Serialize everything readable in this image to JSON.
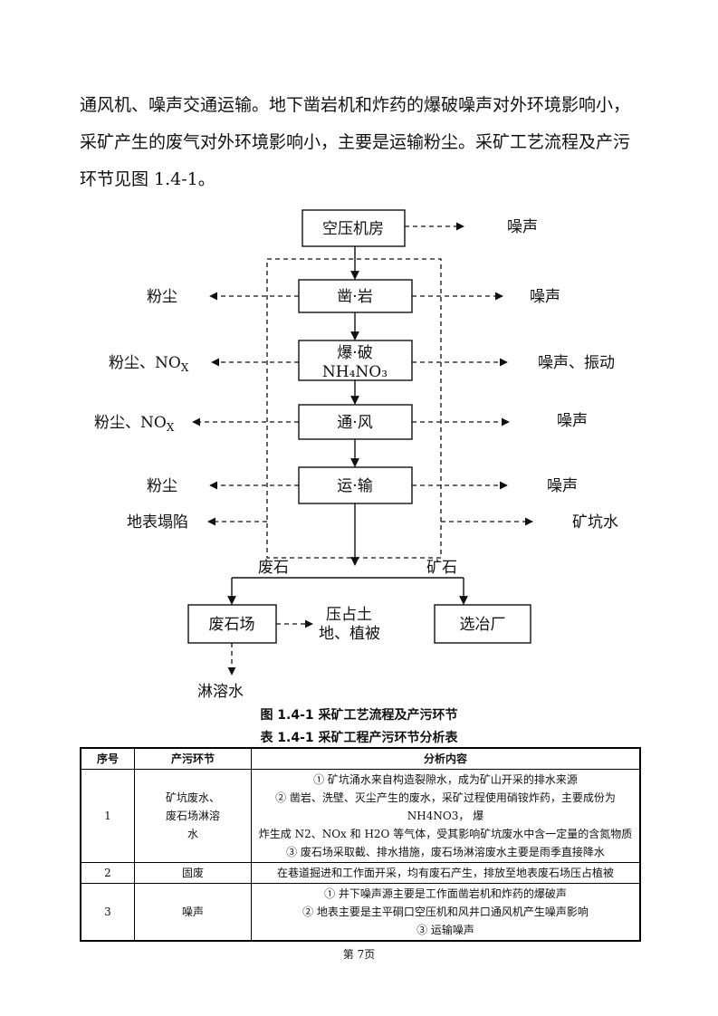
{
  "paragraph": [
    "通风机、噪声交通运输。地下凿岩机和炸药的爆破噪声对外环境影响小，",
    "采矿产生的废气对外环境影响小，主要是运输粉尘。采矿工艺流程及产污",
    "环节见图  1.4-1。"
  ],
  "flow": {
    "boxes": {
      "compressor": "空压机房",
      "drill": "凿·岩",
      "blast1": "爆·破",
      "blast2": "NH₄NO₃",
      "vent": "通·风",
      "transport": "运·输",
      "waste_yard": "废石场",
      "smelter": "选冶厂"
    },
    "labels": {
      "noise1": "噪声",
      "dust_l": "粉尘",
      "noise2": "噪声",
      "dust_nox1_a": "粉尘、NO",
      "dust_nox1_sub": "X",
      "noise_vib": "噪声、振动",
      "dust_nox2_a": "粉尘、NO",
      "dust_nox2_sub": "X",
      "noise3": "噪声",
      "dust3": "粉尘",
      "noise4": "噪声",
      "subsidence": "地表塌陷",
      "mine_water": "矿坑水",
      "waste_rock": "废石",
      "ore": "矿石",
      "occupy1": "压占土",
      "occupy2": "地、植被",
      "leach": "淋溶水"
    }
  },
  "figure_caption": "图 1.4-1  采矿工艺流程及产污环节",
  "table_caption": "表 1.4-1     采矿工程产污环节分析表",
  "table": {
    "headers": [
      "序号",
      "产污环节",
      "分析内容"
    ],
    "rows": [
      {
        "no": "1",
        "stage": [
          "矿坑废水、",
          "废石场淋溶",
          "水"
        ],
        "content": [
          "① 矿坑涌水来自构造裂隙水，成为矿山开采的排水来源",
          "② 凿岩、洗壁、灭尘产生的废水，采矿过程使用硝铵炸药，主要成份为 NH4NO3，  爆",
          "炸生成  N2、NOx 和 H2O 等气体，受其影响矿坑废水中含一定量的含氮物质",
          "③ 废石场采取截、排水措施，废石场淋溶废水主要是雨季直接降水"
        ]
      },
      {
        "no": "2",
        "stage": [
          "固废"
        ],
        "content": [
          "在巷道掘进和工作面开采，均有废石产生，排放至地表废石场压占植被"
        ]
      },
      {
        "no": "3",
        "stage": [
          "噪声"
        ],
        "content": [
          "①  井下噪声源主要是工作面凿岩机和炸药的爆破声",
          "②  地表主要是主平硐口空压机和风井口通风机产生噪声影响",
          "③  运输噪声"
        ]
      }
    ]
  },
  "page_number": "第 7页"
}
